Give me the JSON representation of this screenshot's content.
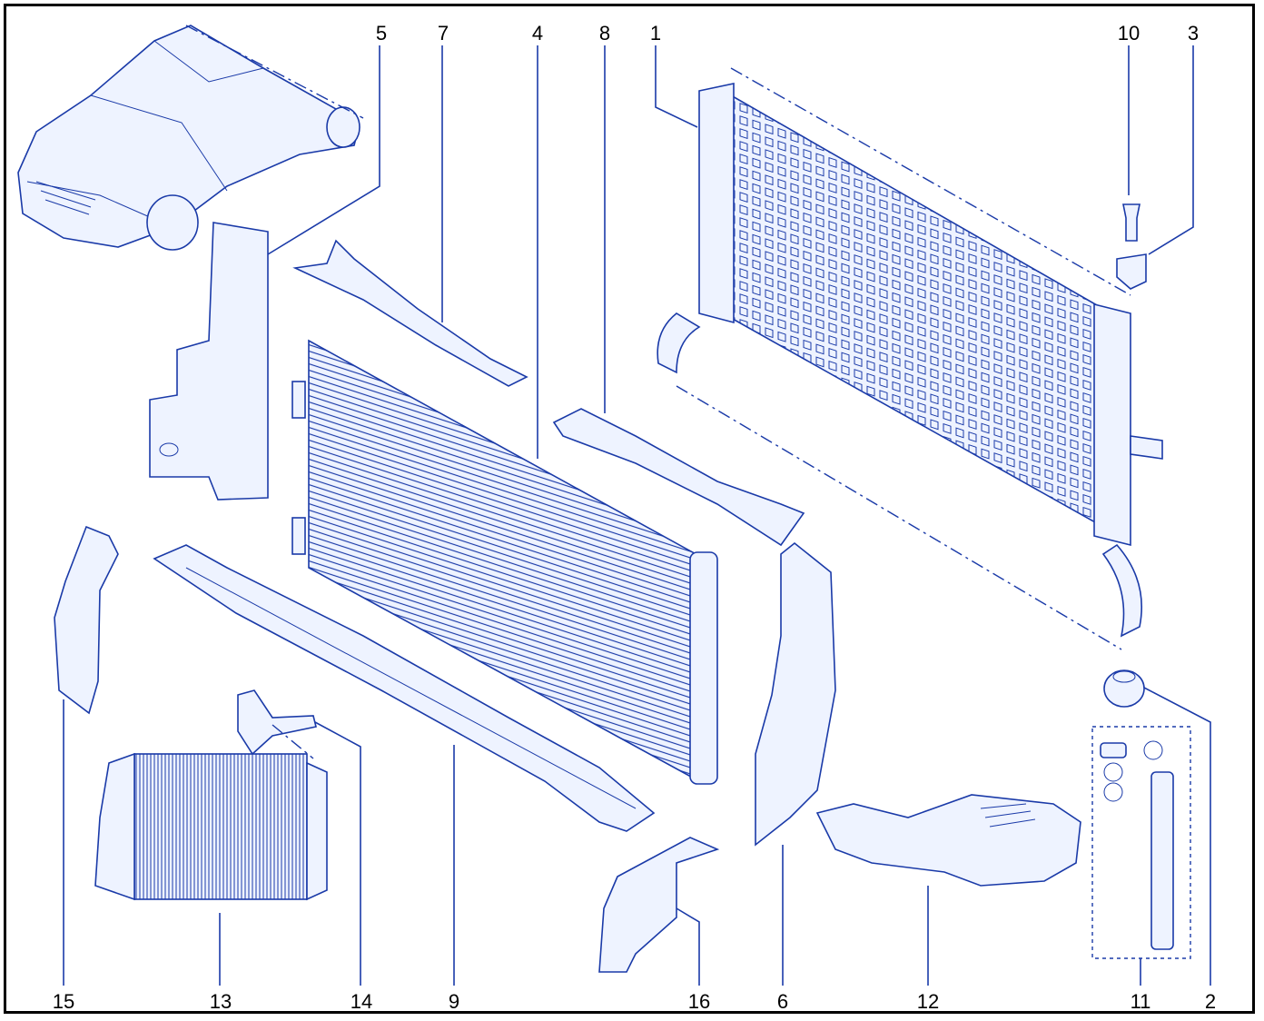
{
  "diagram": {
    "line_color": "#1a3aa8",
    "callouts": {
      "c1": "1",
      "c2": "2",
      "c3": "3",
      "c4": "4",
      "c5": "5",
      "c6": "6",
      "c7": "7",
      "c8": "8",
      "c9": "9",
      "c10": "10",
      "c11": "11",
      "c12": "12",
      "c13": "13",
      "c14": "14",
      "c15": "15",
      "c16": "16"
    }
  }
}
